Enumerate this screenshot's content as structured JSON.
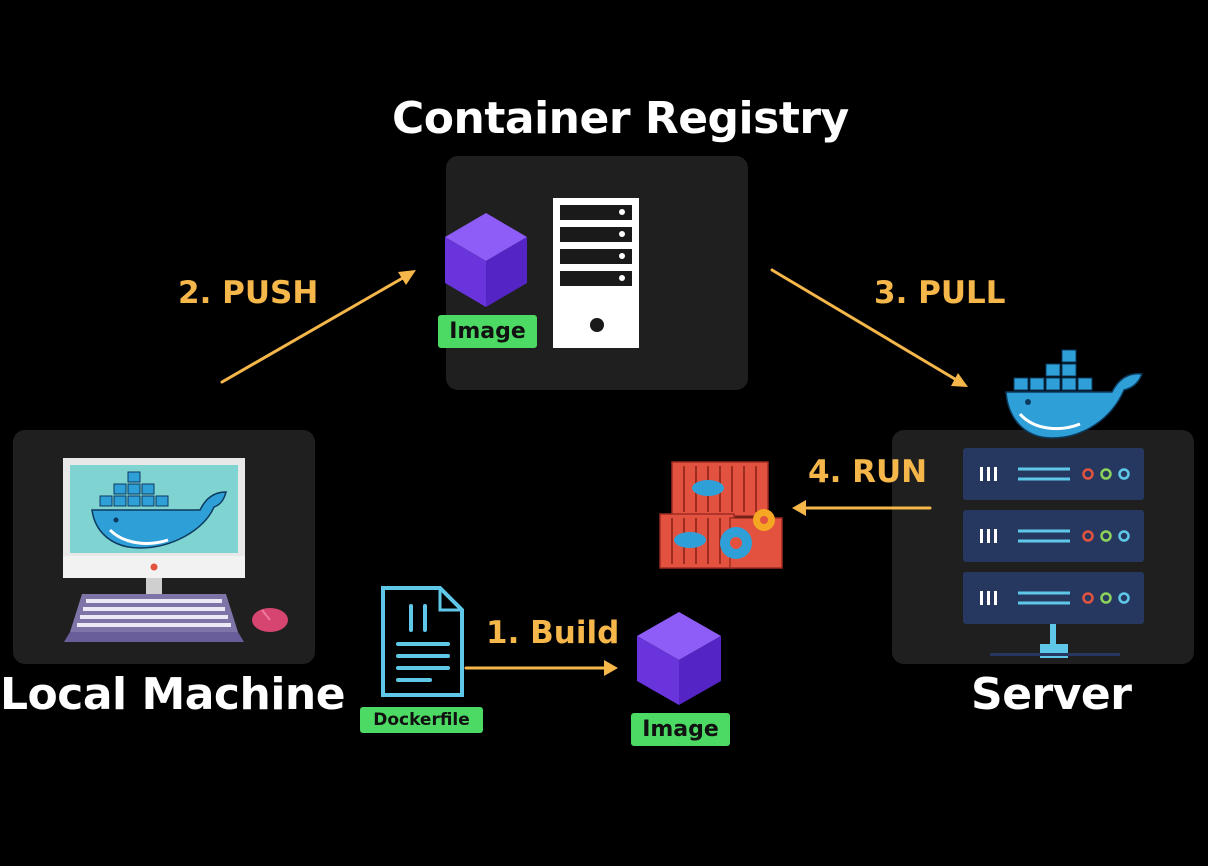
{
  "colors": {
    "background": "#000000",
    "panel": "#1f1f1f",
    "accent": "#f5b64a",
    "cube_top": "#8e5cf7",
    "cube_left": "#6a34dc",
    "cube_right": "#5524c4",
    "tag": "#4cd964",
    "docker_blue": "#2f9fd8",
    "rack": "#263860",
    "rack_line": "#5fc8e8",
    "container_red": "#e2523f",
    "gear_orange": "#f5a623",
    "gear_blue": "#2f9fd8"
  },
  "registry": {
    "title": "Container Registry",
    "image_label": "Image",
    "image_icon": "cube-icon",
    "server_icon": "tower-server-icon"
  },
  "local": {
    "title": "Local Machine",
    "computer_icon": "desktop-computer-icon"
  },
  "server": {
    "title": "Server",
    "docker_icon": "docker-whale-icon",
    "rack_icon": "server-rack-icon"
  },
  "build": {
    "step_label": "1. Build",
    "dockerfile_label": "Dockerfile",
    "image_label": "Image",
    "dockerfile_icon": "document-tools-icon"
  },
  "steps": {
    "push": "2. PUSH",
    "pull": "3. PULL",
    "run": "4. RUN"
  },
  "containers": {
    "icon": "shipping-containers-icon"
  }
}
